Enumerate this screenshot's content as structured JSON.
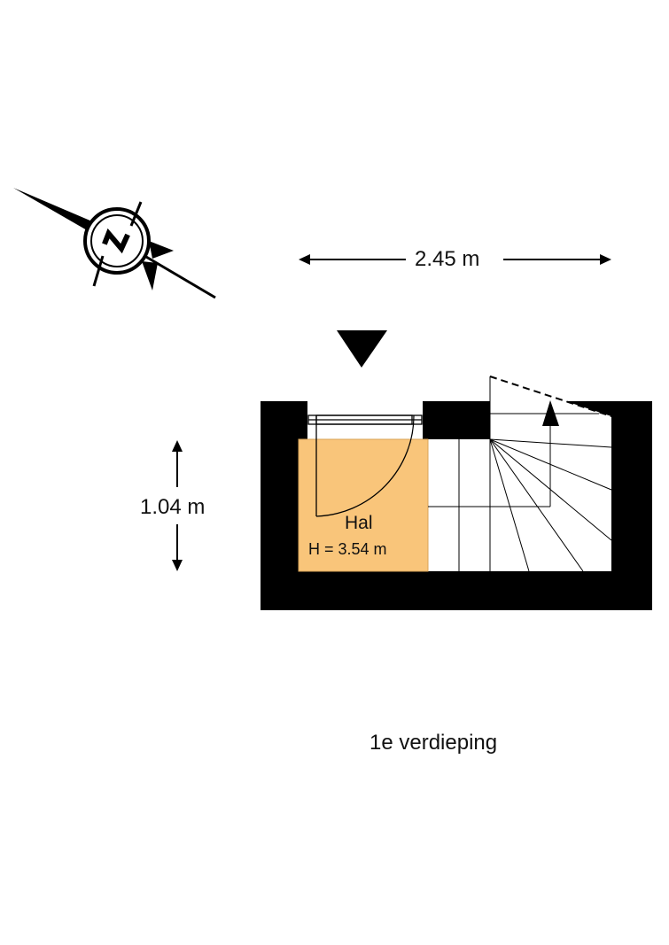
{
  "room": {
    "name": "Hal",
    "height": "H = 3.54 m",
    "fill_color": "#f9c57a"
  },
  "dimensions": {
    "width": "2.45 m",
    "depth": "1.04 m"
  },
  "floor_label": "1e verdieping",
  "compass": {
    "letter": "N",
    "icon": "north-arrow-icon"
  },
  "colors": {
    "wall": "#000000",
    "background": "#ffffff"
  }
}
